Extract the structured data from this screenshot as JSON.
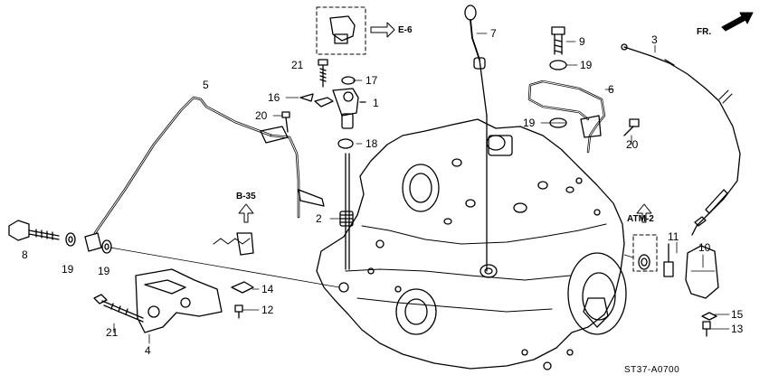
{
  "diagram_code": "ST37-A0700",
  "front_label": "FR.",
  "references": {
    "e6": "E-6",
    "b35": "B-35",
    "atm2": "ATM-2"
  },
  "callouts": {
    "p1": "1",
    "p2": "2",
    "p3": "3",
    "p4": "4",
    "p5": "5",
    "p6": "6",
    "p7": "7",
    "p8": "8",
    "p9": "9",
    "p10": "10",
    "p11": "11",
    "p12": "12",
    "p13": "13",
    "p14": "14",
    "p15": "15",
    "p16": "16",
    "p17": "17",
    "p18": "18",
    "p19a": "19",
    "p19b": "19",
    "p19c": "19",
    "p19d": "19",
    "p20a": "20",
    "p20b": "20",
    "p21a": "21",
    "p21b": "21"
  }
}
